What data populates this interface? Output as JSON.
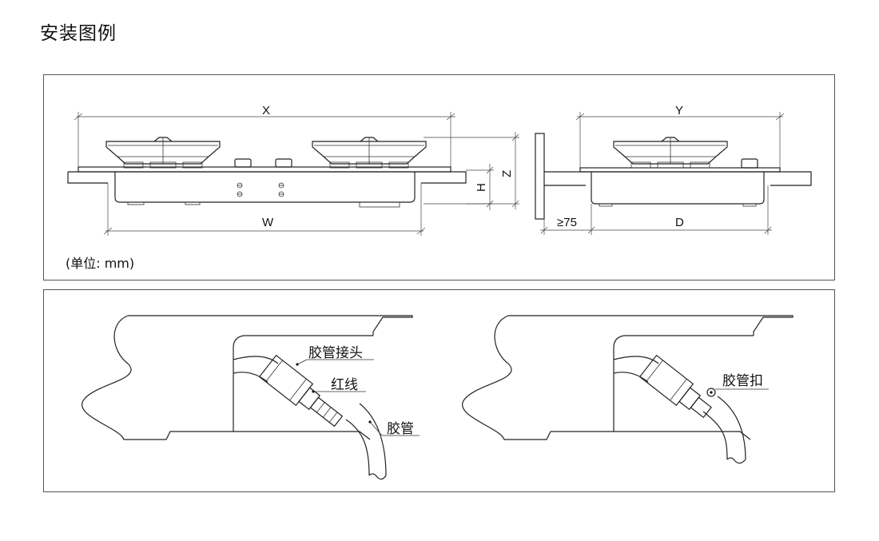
{
  "page": {
    "title": "安装图例"
  },
  "dimensions": {
    "width_label": "X",
    "depth_label": "Y",
    "cutout_width_label": "W",
    "cutout_depth_label": "D",
    "total_height_label": "Z",
    "body_height_label": "H",
    "wall_clearance_label": "≥75",
    "unit_note": "(单位: mm)"
  },
  "connection_a": {
    "hose_connector": "胶管接头",
    "red_line": "红线",
    "hose": "胶管"
  },
  "connection_b": {
    "hose_clamp": "胶管扣"
  }
}
